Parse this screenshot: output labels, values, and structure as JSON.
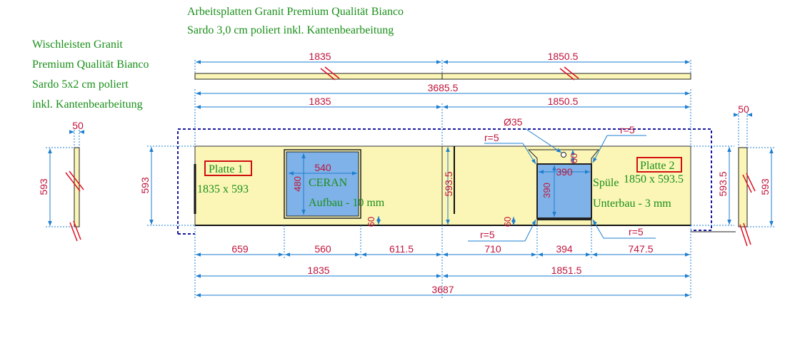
{
  "notes": {
    "worktop_line1": "Arbeitsplatten Granit Premium Qualität Bianco",
    "worktop_line2": "Sardo 3,0 cm poliert inkl. Kantenbearbeitung",
    "strip_line1": "Wischleisten Granit",
    "strip_line2": "Premium Qualität Bianco",
    "strip_line3": "Sardo 5x2 cm poliert",
    "strip_line4": "inkl. Kantenbearbeitung"
  },
  "top_strip": {
    "left": "1835",
    "right": "1850.5"
  },
  "overall": {
    "total": "3685.5",
    "left": "1835",
    "right": "1850.5"
  },
  "side_strips": {
    "width": "50",
    "depth": "593"
  },
  "panel1": {
    "name": "Platte 1",
    "size": "1835 x 593",
    "depth": "593"
  },
  "panel2": {
    "name": "Platte 2",
    "size": "1850 x 593.5",
    "depth": "593.5"
  },
  "ceran": {
    "width": "540",
    "depth": "480",
    "name": "CERAN",
    "mount": "Aufbau - 10 mm",
    "offset": "60"
  },
  "sink": {
    "width": "390",
    "depth": "390",
    "name": "Spüle",
    "mount": "Unterbau - 3 mm",
    "hole": "Ø35",
    "offset_top": "60",
    "offset_bottom": "60"
  },
  "radii": {
    "r_top_left": "r=5",
    "r_top_right": "r=5",
    "r_bottom_left": "r=5",
    "r_bottom_right": "r=5"
  },
  "bottom_dims": {
    "seg1": "659",
    "seg2": "560",
    "seg3": "611.5",
    "seg4": "710",
    "seg5": "394",
    "seg6": "747.5",
    "left": "1835",
    "right": "1851.5",
    "total": "3687"
  }
}
